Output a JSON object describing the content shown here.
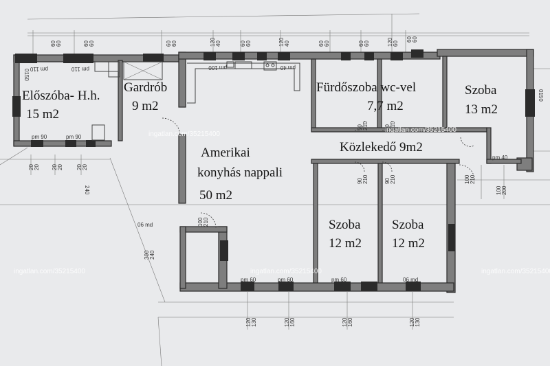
{
  "colors": {
    "paper": "#e9eaec",
    "wall": "#7e7e7e",
    "ink": "#141414",
    "watermark": "#ffffff"
  },
  "rooms": {
    "eloszoba_line1": "Előszóba- H.h.",
    "eloszoba_area": "15 m2",
    "gardrob_name": "Gardrób",
    "gardrob_area": "9 m2",
    "nappali_line1": "Amerikai",
    "nappali_line2": "konyhás nappali",
    "nappali_area": "50 m2",
    "furdo_name": "Fürdőszoba wc-vel",
    "furdo_area": "7,7 m2",
    "szoba_e_name": "Szoba",
    "szoba_e_area": "13 m2",
    "kozlekedo": "Közlekedő 9m2",
    "szoba_1_name": "Szoba",
    "szoba_1_area": "12 m2",
    "szoba_2_name": "Szoba",
    "szoba_2_area": "12 m2"
  },
  "watermark": "ingatlan.com/35215400",
  "dims": {
    "d60": "60",
    "d120": "120",
    "d40": "40",
    "d20": "20",
    "d90": "90",
    "d100": "100",
    "d130": "130",
    "d160": "160",
    "d210": "210",
    "d150": "150",
    "d200": "200",
    "d240": "240",
    "d300": "300",
    "pm110": "pm 110",
    "pm100": "pm 100",
    "pm90": "pm 90",
    "pm60": "pm 60",
    "pm40": "pm 40",
    "pm06": "06 md",
    "d0150": "0150"
  }
}
